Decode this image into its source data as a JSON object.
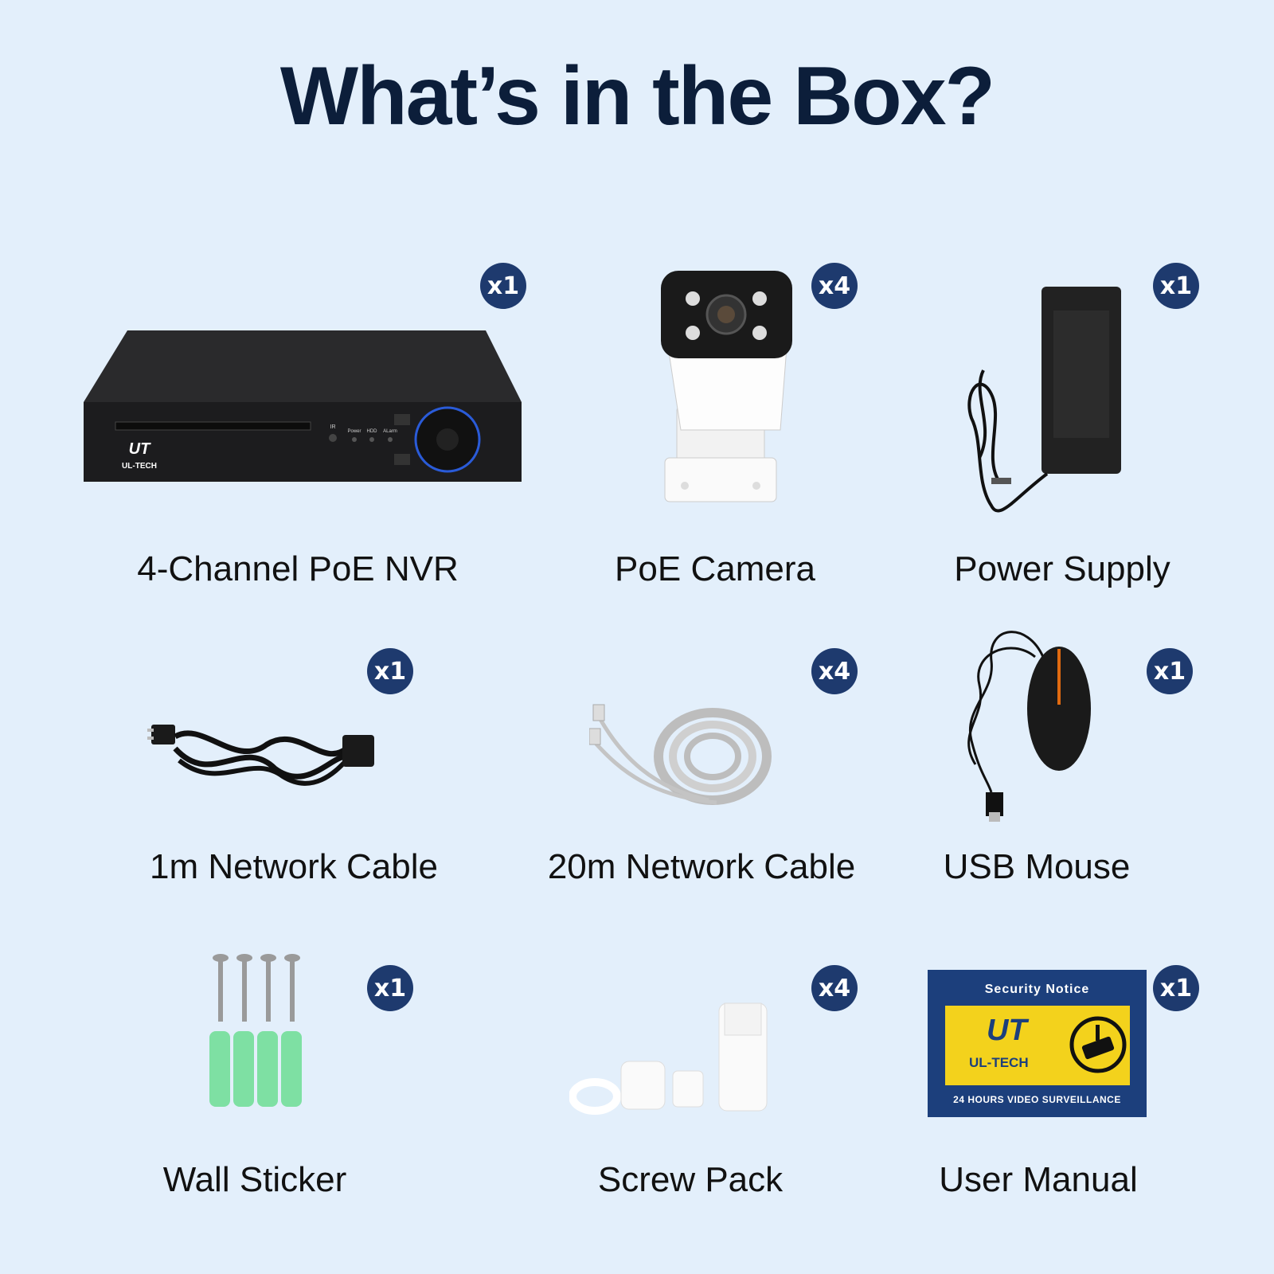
{
  "title": "What’s in the Box?",
  "colors": {
    "background": "#e3effb",
    "badge": "#1e3a6e",
    "title": "#0c1e3a"
  },
  "items": [
    {
      "label": "4-Channel PoE NVR",
      "quantity": "x1",
      "icon": "nvr-recorder-icon",
      "brand": "UL-TECH",
      "brand_mark": "UT",
      "panel_labels": [
        "IR",
        "Power",
        "HDD",
        "ALarm"
      ]
    },
    {
      "label": "PoE Camera",
      "quantity": "x4",
      "icon": "bullet-camera-icon"
    },
    {
      "label": "Power Supply",
      "quantity": "x1",
      "icon": "power-adapter-icon"
    },
    {
      "label": "1m Network Cable",
      "quantity": "x1",
      "icon": "power-cord-icon"
    },
    {
      "label": "20m Network Cable",
      "quantity": "x4",
      "icon": "network-cable-coil-icon"
    },
    {
      "label": "USB Mouse",
      "quantity": "x1",
      "icon": "usb-mouse-icon"
    },
    {
      "label": "Wall Sticker",
      "quantity": "x1",
      "icon": "screws-and-anchors-icon"
    },
    {
      "label": "Screw Pack",
      "quantity": "x4",
      "icon": "waterproof-connector-icon"
    },
    {
      "label": "User Manual",
      "quantity": "x1",
      "icon": "security-notice-sticker-icon",
      "sticker_title": "Security Notice",
      "sticker_brand": "UL-TECH",
      "sticker_mark": "UT",
      "sticker_footer": "24 HOURS VIDEO SURVEILLANCE"
    }
  ]
}
